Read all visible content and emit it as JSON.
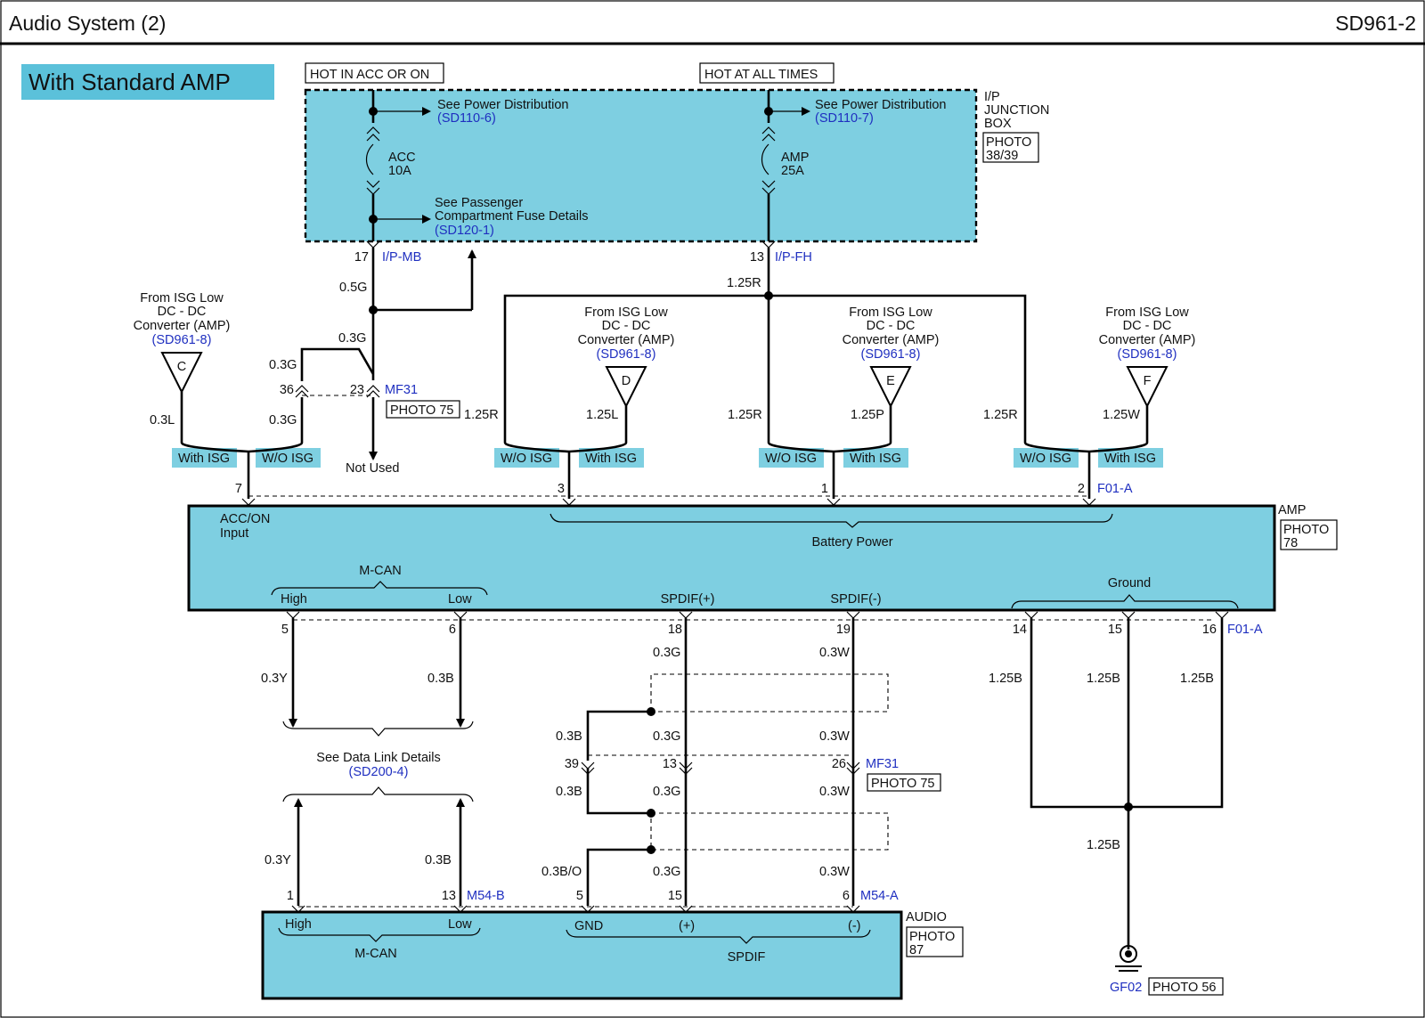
{
  "header": {
    "title": "Audio System (2)",
    "page_code": "SD961-2"
  },
  "banner": {
    "label": "With Standard AMP",
    "color": "#5bc1da"
  },
  "colors": {
    "component_fill": "#7ecfe1",
    "reference_link": "#1f2fc0",
    "wire": "#000000"
  },
  "power_labels": {
    "acc_on": "HOT IN ACC OR ON",
    "all_times": "HOT AT ALL TIMES"
  },
  "junction_box": {
    "name_line1": "I/P",
    "name_line2": "JUNCTION",
    "name_line3": "BOX",
    "photo_line1": "PHOTO",
    "photo_line2": "38/39",
    "ref1_text": "See Power Distribution",
    "ref1_link": "(SD110-6)",
    "ref2_text": "See Power Distribution",
    "ref2_link": "(SD110-7)",
    "ref3_text_line1": "See Passenger",
    "ref3_text_line2": "Compartment Fuse Details",
    "ref3_link": "(SD120-1)",
    "fuse1_name": "ACC",
    "fuse1_rating": "10A",
    "fuse2_name": "AMP",
    "fuse2_rating": "25A",
    "pin_left": "17",
    "conn_left": "I/P-MB",
    "pin_right": "13",
    "conn_right": "I/P-FH"
  },
  "wires": {
    "g05": "0.5G",
    "g03a": "0.3G",
    "g03b": "0.3G",
    "g03c": "0.3G",
    "l03": "0.3L",
    "r125_top": "1.25R",
    "r125_a": "1.25R",
    "r125_b": "1.25R",
    "r125_c": "1.25R",
    "l125": "1.25L",
    "p125": "1.25P",
    "w125": "1.25W",
    "y03_top": "0.3Y",
    "b03_top": "0.3B",
    "y03_bot": "0.3Y",
    "b03_bot": "0.3B",
    "g03_s1": "0.3G",
    "g03_s2": "0.3G",
    "g03_s3": "0.3G",
    "g03_s4": "0.3G",
    "w03_s1": "0.3W",
    "w03_s2": "0.3W",
    "w03_s3": "0.3W",
    "w03_s4": "0.3W",
    "b03_s1": "0.3B",
    "b03_s2": "0.3B",
    "bo03": "0.3B/O",
    "b125_1": "1.25B",
    "b125_2": "1.25B",
    "b125_3": "1.25B",
    "b125_gnd": "1.25B"
  },
  "mf31_top": {
    "pin_a": "36",
    "pin_b": "23",
    "name": "MF31",
    "photo": "PHOTO 75",
    "not_used": "Not Used"
  },
  "isg_sources": [
    {
      "l1": "From ISG Low",
      "l2": "DC - DC",
      "l3": "Converter (AMP)",
      "ref": "(SD961-8)",
      "letter": "C"
    },
    {
      "l1": "From ISG Low",
      "l2": "DC - DC",
      "l3": "Converter (AMP)",
      "ref": "(SD961-8)",
      "letter": "D"
    },
    {
      "l1": "From ISG Low",
      "l2": "DC - DC",
      "l3": "Converter (AMP)",
      "ref": "(SD961-8)",
      "letter": "E"
    },
    {
      "l1": "From ISG Low",
      "l2": "DC - DC",
      "l3": "Converter (AMP)",
      "ref": "(SD961-8)",
      "letter": "F"
    }
  ],
  "option_tags": [
    "With ISG",
    "W/O ISG",
    "W/O ISG",
    "With ISG",
    "W/O ISG",
    "With ISG",
    "W/O ISG",
    "With ISG"
  ],
  "amp": {
    "name": "AMP",
    "photo_line1": "PHOTO",
    "photo_line2": "78",
    "acc_line1": "ACC/ON",
    "acc_line2": "Input",
    "battery": "Battery Power",
    "mcan": "M-CAN",
    "high": "High",
    "low": "Low",
    "spdif_pos": "SPDIF(+)",
    "spdif_neg": "SPDIF(-)",
    "ground": "Ground",
    "top_pins": [
      "7",
      "3",
      "1",
      "2"
    ],
    "top_conn": "F01-A",
    "bottom_pins": [
      "5",
      "6",
      "18",
      "19",
      "14",
      "15",
      "16"
    ],
    "bottom_conn": "F01-A"
  },
  "data_link": {
    "text": "See Data Link Details",
    "ref": "(SD200-4)"
  },
  "mf31_mid": {
    "pin_a": "39",
    "pin_b": "13",
    "pin_c": "26",
    "name": "MF31",
    "photo": "PHOTO 75"
  },
  "audio": {
    "name": "AUDIO",
    "photo_line1": "PHOTO",
    "photo_line2": "87",
    "high": "High",
    "low": "Low",
    "mcan": "M-CAN",
    "gnd": "GND",
    "plus": "(+)",
    "minus": "(-)",
    "spdif": "SPDIF",
    "pin_1": "1",
    "pin_13": "13",
    "conn_b": "M54-B",
    "pin_5": "5",
    "pin_15": "15",
    "pin_6": "6",
    "conn_a": "M54-A"
  },
  "ground_point": {
    "name": "GF02",
    "photo": "PHOTO 56"
  }
}
